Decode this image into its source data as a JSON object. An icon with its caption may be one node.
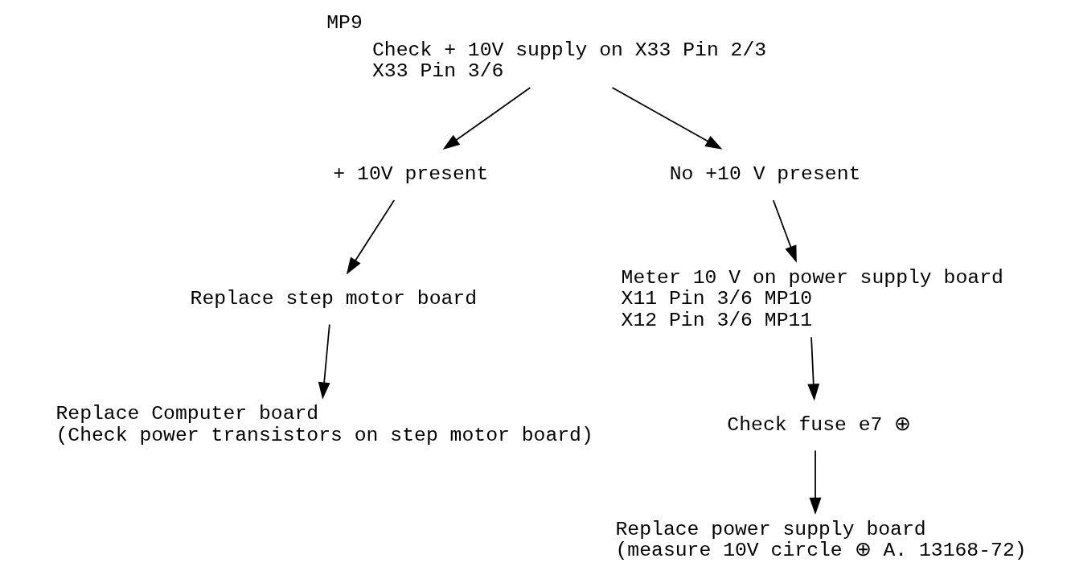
{
  "diagram": {
    "nodes": [
      {
        "text": [
          "Check + 10V supply on X33 Pin 2/3",
          "X33 Pin 3/6"
        ],
        "beside": [
          "MP9"
        ]
      },
      {
        "text": [
          "+ 10V present"
        ]
      },
      {
        "text": [
          "Replace step motor board"
        ]
      },
      {
        "text": [
          "Replace Computer board",
          "(Check power transistors on step motor board)"
        ]
      },
      {
        "text": [
          "No +10 V present"
        ]
      },
      {
        "text": [
          "Meter 10 V on power supply board",
          "X11 Pin 3/6 MP10",
          "X12 Pin 3/6 MP11"
        ]
      },
      {
        "text": [
          "Check fuse e7 ⊕"
        ]
      },
      {
        "text": [
          "Replace power supply board",
          "(measure 10V circle ⊕ A. 13168-72)"
        ]
      }
    ],
    "edges": [
      {
        "from": 0,
        "to": 1,
        "arrow": "to"
      },
      {
        "from": 0,
        "to": 4,
        "arrow": "to"
      },
      {
        "from": 1,
        "to": 2,
        "arrow": "to"
      },
      {
        "from": 2,
        "to": 3,
        "arrow": "to"
      },
      {
        "from": 4,
        "to": 5,
        "arrow": "to"
      },
      {
        "from": 5,
        "to": 6,
        "arrow": "to"
      },
      {
        "from": 6,
        "to": 7,
        "arrow": "to"
      }
    ]
  }
}
